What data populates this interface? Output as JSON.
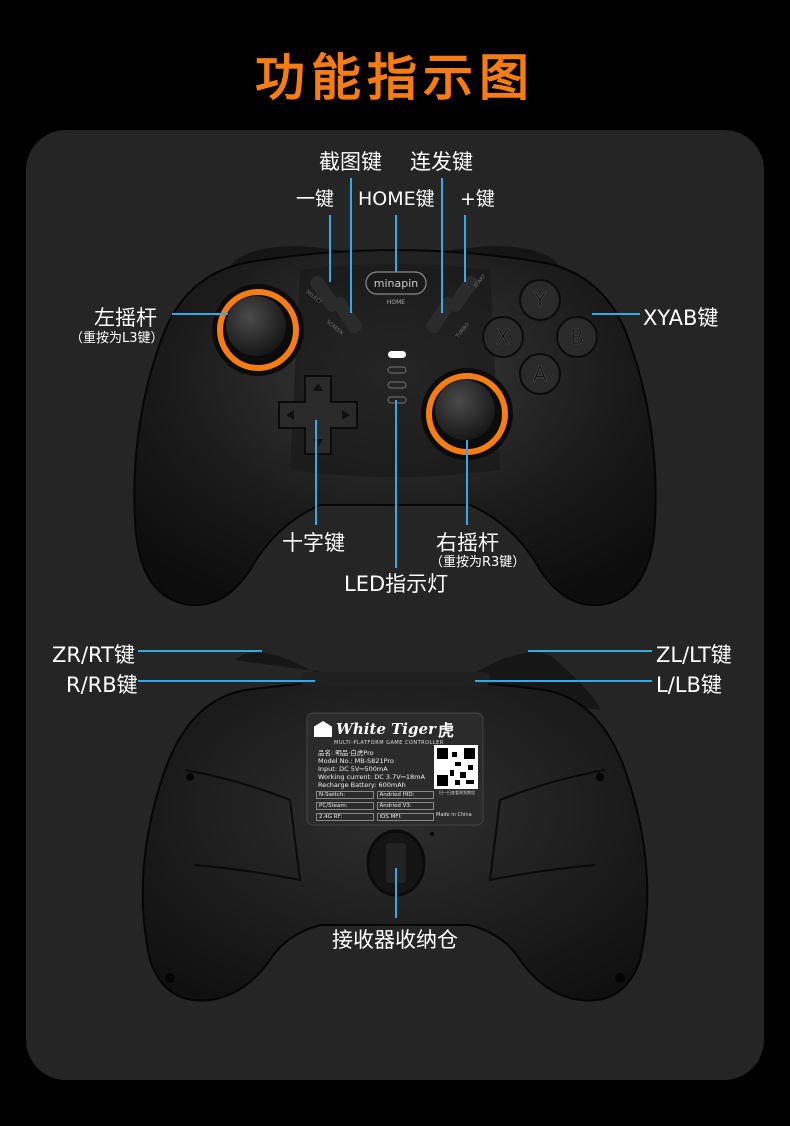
{
  "title": "功能指示图",
  "labels": {
    "screenshot": "截图键",
    "turbo": "连发键",
    "minus": "一键",
    "home": "HOME键",
    "plus": "+键",
    "left_stick": "左摇杆",
    "left_stick_sub": "（重按为L3键）",
    "xyab": "XYAB键",
    "dpad": "十字键",
    "right_stick": "右摇杆",
    "right_stick_sub": "（重按为R3键）",
    "led": "LED指示灯",
    "zr_rt": "ZR/RT键",
    "r_rb": "R/RB键",
    "zl_lt": "ZL/LT键",
    "l_lb": "L/LB键",
    "receiver": "接收器收纳仓"
  },
  "controller_front": {
    "brand": "minapin",
    "home_text": "HOME",
    "select_text": "SELECT",
    "start_text": "START",
    "turbo_text": "TURBO",
    "screen_text": "SCREEN",
    "face_buttons": [
      "Y",
      "X",
      "B",
      "A"
    ]
  },
  "sticker": {
    "brand": "White Tiger",
    "brand_cn": "虎",
    "tagline": "MULTI-PLATFORM GAME CONTROLLER",
    "lines": [
      "品名: 明品·白虎Pro",
      "Model No.: MB-S821Pro",
      "Input: DC 5V⎓500mA",
      "Working current: DC 3.7V⎓18mA",
      "Recharge Battery: 600mAh"
    ],
    "modes": [
      "N-Switch:",
      "Andriod HID:",
      "PC/Steam:",
      "Andriod V3:",
      "2.4G RF:",
      "iOS MFI:"
    ],
    "made_in": "Made in China",
    "qr_caption": "扫一扫查看视频教程"
  },
  "colors": {
    "accent": "#f57d14",
    "panel": "#252525",
    "line": "#36a8e6"
  }
}
